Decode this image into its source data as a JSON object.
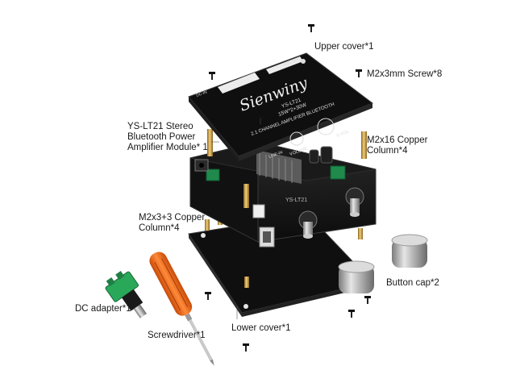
{
  "labels": {
    "upper_cover": "Upper cover*1",
    "screw_m2x3": "M2x3mm Screw*8",
    "module": "YS-LT21 Stereo Bluetooth Power Amplifier Module* 1",
    "copper_m2x16": "M2x16 Copper Column*4",
    "copper_m2x3": "M2x3+3 Copper Column*4",
    "button_cap": "Button cap*2",
    "dc_adapter": "DC adapter*1",
    "lower_cover": "Lower cover*1",
    "screwdriver": "Screwdriver*1"
  },
  "upper_cover_print": {
    "brand": "Sienwiny",
    "model": "YS-LT21",
    "power": "15W*2+30W",
    "subtitle": "2.1 CHANNEL AMPLIFIER BLUETOOTH",
    "volume": "VOLUME",
    "svol": "S-VOL",
    "linein": "LINE-IN",
    "dc_in": "DC-IN",
    "pwr": "PWR",
    "apx": "APX-BOUL"
  },
  "board_print": {
    "model": "YS-LT21"
  },
  "colors": {
    "panel": "#141414",
    "copper": "#c8a04a",
    "screwdriver_handle": "#e85a10",
    "knob_metal": "#c9c9c9",
    "dc_green": "#2aa85a",
    "pcb_green": "#1f8a4c"
  }
}
